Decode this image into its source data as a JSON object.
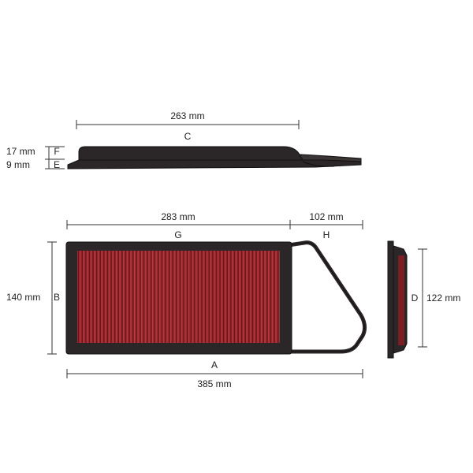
{
  "dimensions": {
    "top_width": {
      "value": "263 mm",
      "letter": "C"
    },
    "height_f": {
      "value": "17 mm",
      "letter": "F"
    },
    "height_e": {
      "value": "9 mm",
      "letter": "E"
    },
    "filter_width_g": {
      "value": "283 mm",
      "letter": "G"
    },
    "handle_width_h": {
      "value": "102 mm",
      "letter": "H"
    },
    "height_b": {
      "value": "140 mm",
      "letter": "B"
    },
    "side_height_d": {
      "value": "122 mm",
      "letter": "D"
    },
    "total_width_a": {
      "value": "385 mm",
      "letter": "A"
    }
  },
  "colors": {
    "frame": "#2b2627",
    "frame_edge": "#111111",
    "media": "#9e2a30",
    "pleat_dark": "#6a161b",
    "pleat_light": "#c44a50",
    "dim_line": "#333333"
  }
}
